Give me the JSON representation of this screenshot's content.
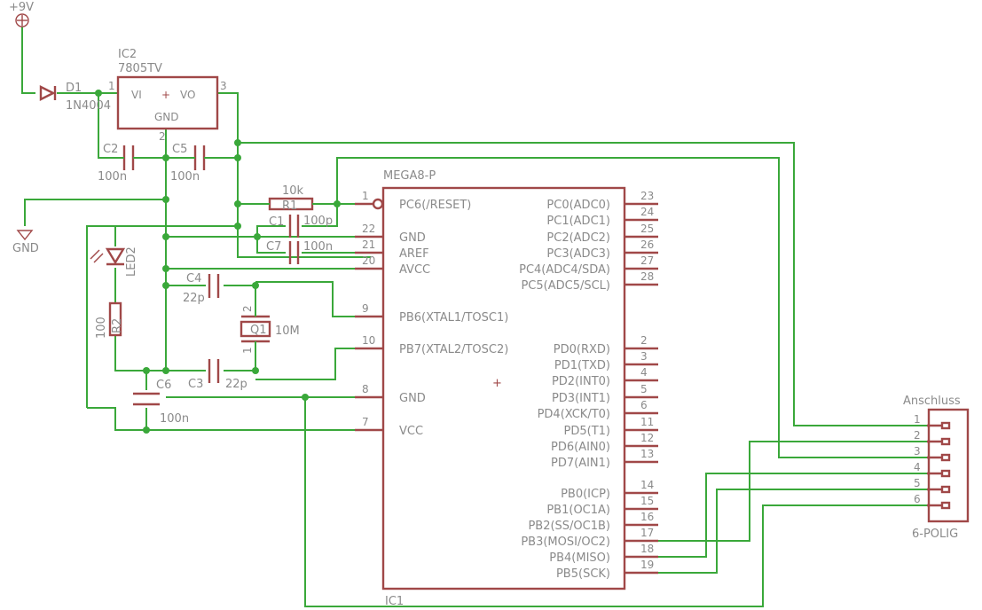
{
  "supply": {
    "label": "+9V"
  },
  "ground": {
    "label": "GND"
  },
  "parts": {
    "d1": {
      "name": "D1",
      "value": "1N4004"
    },
    "ic2": {
      "name": "IC2",
      "value": "7805TV",
      "vi": "VI",
      "vo": "VO",
      "gnd": "GND",
      "plus": "+",
      "pin_in": "1",
      "pin_gnd": "2",
      "pin_out": "3"
    },
    "c2": {
      "name": "C2",
      "value": "100n"
    },
    "c5": {
      "name": "C5",
      "value": "100n"
    },
    "r1": {
      "name": "R1",
      "value": "10k"
    },
    "c1": {
      "name": "C1",
      "value": "100p"
    },
    "c7": {
      "name": "C7",
      "value": "100n"
    },
    "c4": {
      "name": "C4",
      "value": "22p"
    },
    "c3": {
      "name": "C3",
      "value": "22p"
    },
    "q1": {
      "name": "Q1",
      "value": "10M",
      "pin1": "1",
      "pin2": "2"
    },
    "led2": {
      "name": "LED2"
    },
    "r2": {
      "name": "R2",
      "value": "100"
    },
    "c6": {
      "name": "C6",
      "value": "100n"
    },
    "ic1": {
      "name": "IC1",
      "value": "MEGA8-P"
    },
    "conn": {
      "name": "Anschluss",
      "value": "6-POLIG",
      "pins": [
        "1",
        "2",
        "3",
        "4",
        "5",
        "6"
      ]
    }
  },
  "ic1_left": [
    {
      "pin": "1",
      "name": "PC6(/RESET)"
    },
    {
      "pin": "22",
      "name": "GND"
    },
    {
      "pin": "21",
      "name": "AREF"
    },
    {
      "pin": "20",
      "name": "AVCC"
    },
    {
      "pin": "9",
      "name": "PB6(XTAL1/TOSC1)"
    },
    {
      "pin": "10",
      "name": "PB7(XTAL2/TOSC2)"
    },
    {
      "pin": "8",
      "name": "GND"
    },
    {
      "pin": "7",
      "name": "VCC"
    }
  ],
  "ic1_right": [
    {
      "pin": "23",
      "name": "PC0(ADC0)"
    },
    {
      "pin": "24",
      "name": "PC1(ADC1)"
    },
    {
      "pin": "25",
      "name": "PC2(ADC2)"
    },
    {
      "pin": "26",
      "name": "PC3(ADC3)"
    },
    {
      "pin": "27",
      "name": "PC4(ADC4/SDA)"
    },
    {
      "pin": "28",
      "name": "PC5(ADC5/SCL)"
    },
    {
      "pin": "2",
      "name": "PD0(RXD)"
    },
    {
      "pin": "3",
      "name": "PD1(TXD)"
    },
    {
      "pin": "4",
      "name": "PD2(INT0)"
    },
    {
      "pin": "5",
      "name": "PD3(INT1)"
    },
    {
      "pin": "6",
      "name": "PD4(XCK/T0)"
    },
    {
      "pin": "11",
      "name": "PD5(T1)"
    },
    {
      "pin": "12",
      "name": "PD6(AIN0)"
    },
    {
      "pin": "13",
      "name": "PD7(AIN1)"
    },
    {
      "pin": "14",
      "name": "PB0(ICP)"
    },
    {
      "pin": "15",
      "name": "PB1(OC1A)"
    },
    {
      "pin": "16",
      "name": "PB2(SS/OC1B)"
    },
    {
      "pin": "17",
      "name": "PB3(MOSI/OC2)"
    },
    {
      "pin": "18",
      "name": "PB4(MISO)"
    },
    {
      "pin": "19",
      "name": "PB5(SCK)"
    }
  ],
  "colors": {
    "wire": "#3aa83a",
    "part": "#a04848",
    "text": "#8a8a8a"
  }
}
